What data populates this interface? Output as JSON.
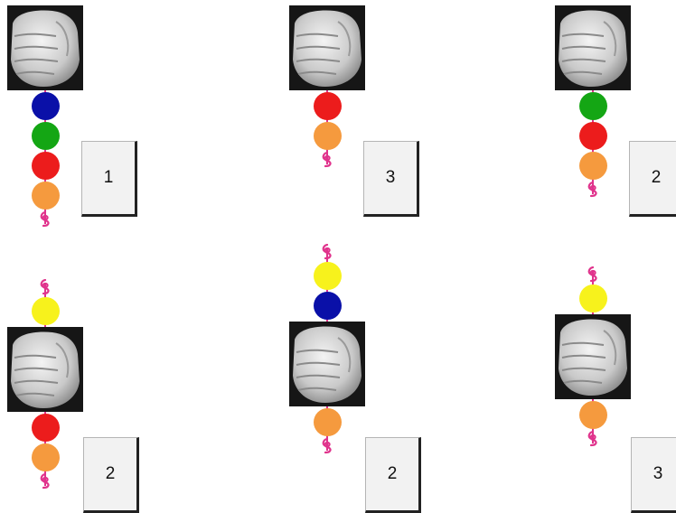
{
  "colors": {
    "blue": "#0a10a8",
    "green": "#14a614",
    "red": "#ec1c1c",
    "orange": "#f59a3e",
    "yellow": "#f7f21c",
    "string": "#e0338c"
  },
  "icons": {
    "fist": "fist-photo-icon",
    "string_end": "curl-icon"
  },
  "problems": [
    {
      "beads_above": [],
      "beads_below": [
        "blue",
        "green",
        "red",
        "orange"
      ],
      "answer": "1"
    },
    {
      "beads_above": [],
      "beads_below": [
        "red",
        "orange"
      ],
      "answer": "3"
    },
    {
      "beads_above": [],
      "beads_below": [
        "green",
        "red",
        "orange"
      ],
      "answer": "2"
    },
    {
      "beads_above": [
        "yellow"
      ],
      "beads_below": [
        "red",
        "orange"
      ],
      "answer": "2"
    },
    {
      "beads_above": [
        "yellow",
        "blue"
      ],
      "beads_below": [
        "orange"
      ],
      "answer": "2"
    },
    {
      "beads_above": [
        "yellow"
      ],
      "beads_below": [
        "orange"
      ],
      "answer": "3"
    }
  ]
}
